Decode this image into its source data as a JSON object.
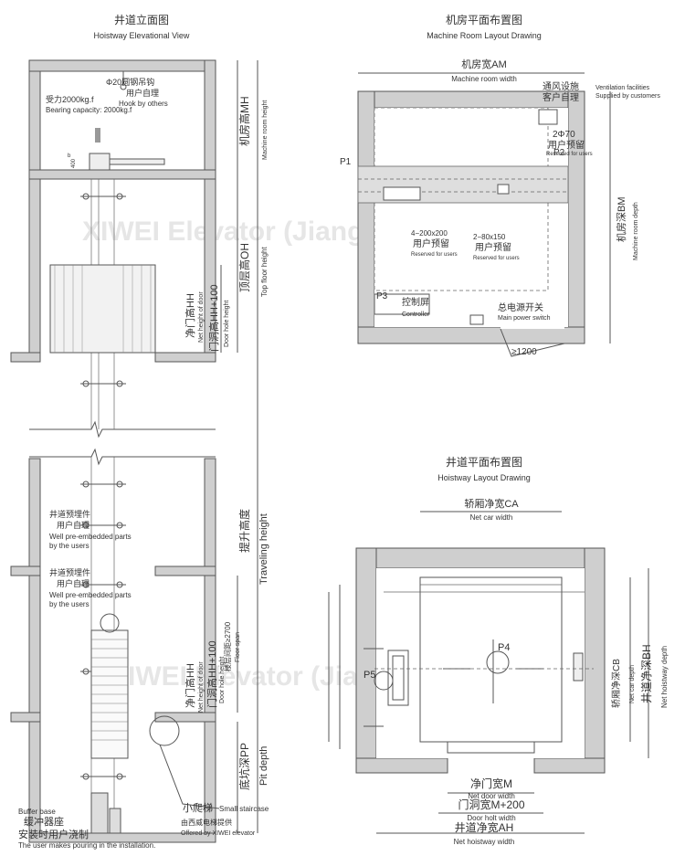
{
  "elevation": {
    "title_cn": "井道立面图",
    "title_en": "Hoistway Elevational View",
    "hook_cn": "Φ20圆钢吊钩",
    "hook_sub_cn": "用户自理",
    "hook_sub_en": "Hook by others",
    "capacity_cn": "受力2000kg.f",
    "capacity_en": "Bearing capacity: 2000kg.f",
    "dim_400": "400",
    "dim_b": "b",
    "mh_cn": "机房高MH",
    "mh_en": "Machine room height",
    "oh_cn": "顶层高OH",
    "oh_en": "Top floor height",
    "hh_cn": "净门高HH",
    "hh_en": "Net height of door",
    "hh100_cn": "门洞高HH+100",
    "hh100_en": "Door hole height",
    "th_cn": "提升高度",
    "th_en": "Traveling height",
    "emb1_cn": "井道预埋件",
    "emb1_sub_cn": "用户自理",
    "emb1_en1": "Well pre-embedded parts",
    "emb1_en2": "by the users",
    "emb2_cn": "井道预埋件",
    "emb2_sub_cn": "用户自理",
    "emb2_en1": "Well pre-embedded parts",
    "emb2_en2": "by the users",
    "floor_cn": "楼层间距≥2700",
    "floor_en": "Floor span",
    "pp_cn": "底坑深PP",
    "pp_en": "Pit depth",
    "buffer_en": "Buffer base",
    "buffer_cn": "缓冲器座",
    "install_cn": "安装时用户浇制",
    "install_en": "The user makes pouring in the installation.",
    "stair_cn": "小爬梯",
    "stair_en": "Small staircase",
    "offer_cn": "由西威电梯提供",
    "offer_en": "Offered by XIWEI elevator"
  },
  "machine": {
    "title_cn": "机房平面布置图",
    "title_en": "Machine Room Layout Drawing",
    "am_cn": "机房宽AM",
    "am_en": "Machine room width",
    "vent_cn": "通风设施",
    "vent_sub_cn": "客户自理",
    "vent_en1": "Ventilation facilities",
    "vent_en2": "Supplied by customers",
    "hole70": "2Φ70",
    "hole70_cn": "用户预留",
    "hole70_en": "Reserved for users",
    "p1": "P1",
    "p2": "P2",
    "p3": "P3",
    "h200": "4−200x200",
    "h200_cn": "用户预留",
    "h200_en": "Reserved for users",
    "h80": "2−80x150",
    "h80_cn": "用户预留",
    "h80_en": "Reserved for users",
    "ctrl_cn": "控制屏",
    "ctrl_en": "Controller",
    "switch_cn": "总电源开关",
    "switch_en": "Main power switch",
    "door": "≥1200",
    "bm_cn": "机房深BM",
    "bm_en": "Machine room depth"
  },
  "hoistway": {
    "title_cn": "井道平面布置图",
    "title_en": "Hoistway Layout Drawing",
    "ca_cn": "轿厢净宽CA",
    "ca_en": "Net car width",
    "p4": "P4",
    "p5": "P5",
    "cb_cn": "轿厢净深CB",
    "cb_en": "Net car depth",
    "bh_cn": "井道净深BH",
    "bh_en": "Net hoistway depth",
    "m_cn": "净门宽M",
    "m_en": "Net door width",
    "m200_cn": "门洞宽M+200",
    "m200_en": "Door holt width",
    "ah_cn": "井道净宽AH",
    "ah_en": "Net hoistway width"
  },
  "watermark": "XIWEI Elevator (Jiangsu) Co. Ltd"
}
